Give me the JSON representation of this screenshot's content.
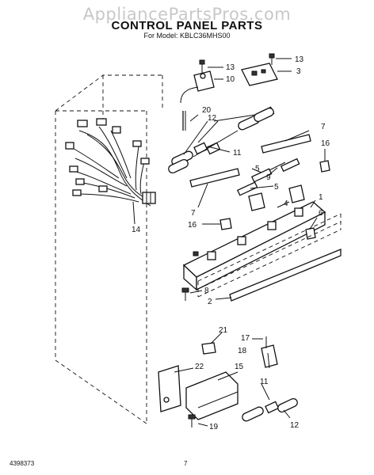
{
  "watermark": "AppliancePartsPros.com",
  "title": "CONTROL PANEL PARTS",
  "subtitle": "For Model: KBLC36MHS00",
  "footer": {
    "left": "4398373",
    "page": "7"
  },
  "callouts": [
    {
      "id": "c13a",
      "label": "13"
    },
    {
      "id": "c10",
      "label": "10"
    },
    {
      "id": "c13b",
      "label": "13"
    },
    {
      "id": "c3",
      "label": "3"
    },
    {
      "id": "c20",
      "label": "20"
    },
    {
      "id": "c12a",
      "label": "12"
    },
    {
      "id": "c11a",
      "label": "11"
    },
    {
      "id": "c7a",
      "label": "7"
    },
    {
      "id": "c16a",
      "label": "16"
    },
    {
      "id": "c5a",
      "label": "5"
    },
    {
      "id": "c9",
      "label": "9"
    },
    {
      "id": "c5b",
      "label": "5"
    },
    {
      "id": "c1",
      "label": "1"
    },
    {
      "id": "c4",
      "label": "4"
    },
    {
      "id": "c7b",
      "label": "7"
    },
    {
      "id": "c16b",
      "label": "16"
    },
    {
      "id": "c6",
      "label": "6"
    },
    {
      "id": "c14",
      "label": "14"
    },
    {
      "id": "c8",
      "label": "8"
    },
    {
      "id": "c2",
      "label": "2"
    },
    {
      "id": "c21",
      "label": "21"
    },
    {
      "id": "c17",
      "label": "17"
    },
    {
      "id": "c18",
      "label": "18"
    },
    {
      "id": "c22",
      "label": "22"
    },
    {
      "id": "c15",
      "label": "15"
    },
    {
      "id": "c11b",
      "label": "11"
    },
    {
      "id": "c19",
      "label": "19"
    },
    {
      "id": "c12b",
      "label": "12"
    }
  ]
}
